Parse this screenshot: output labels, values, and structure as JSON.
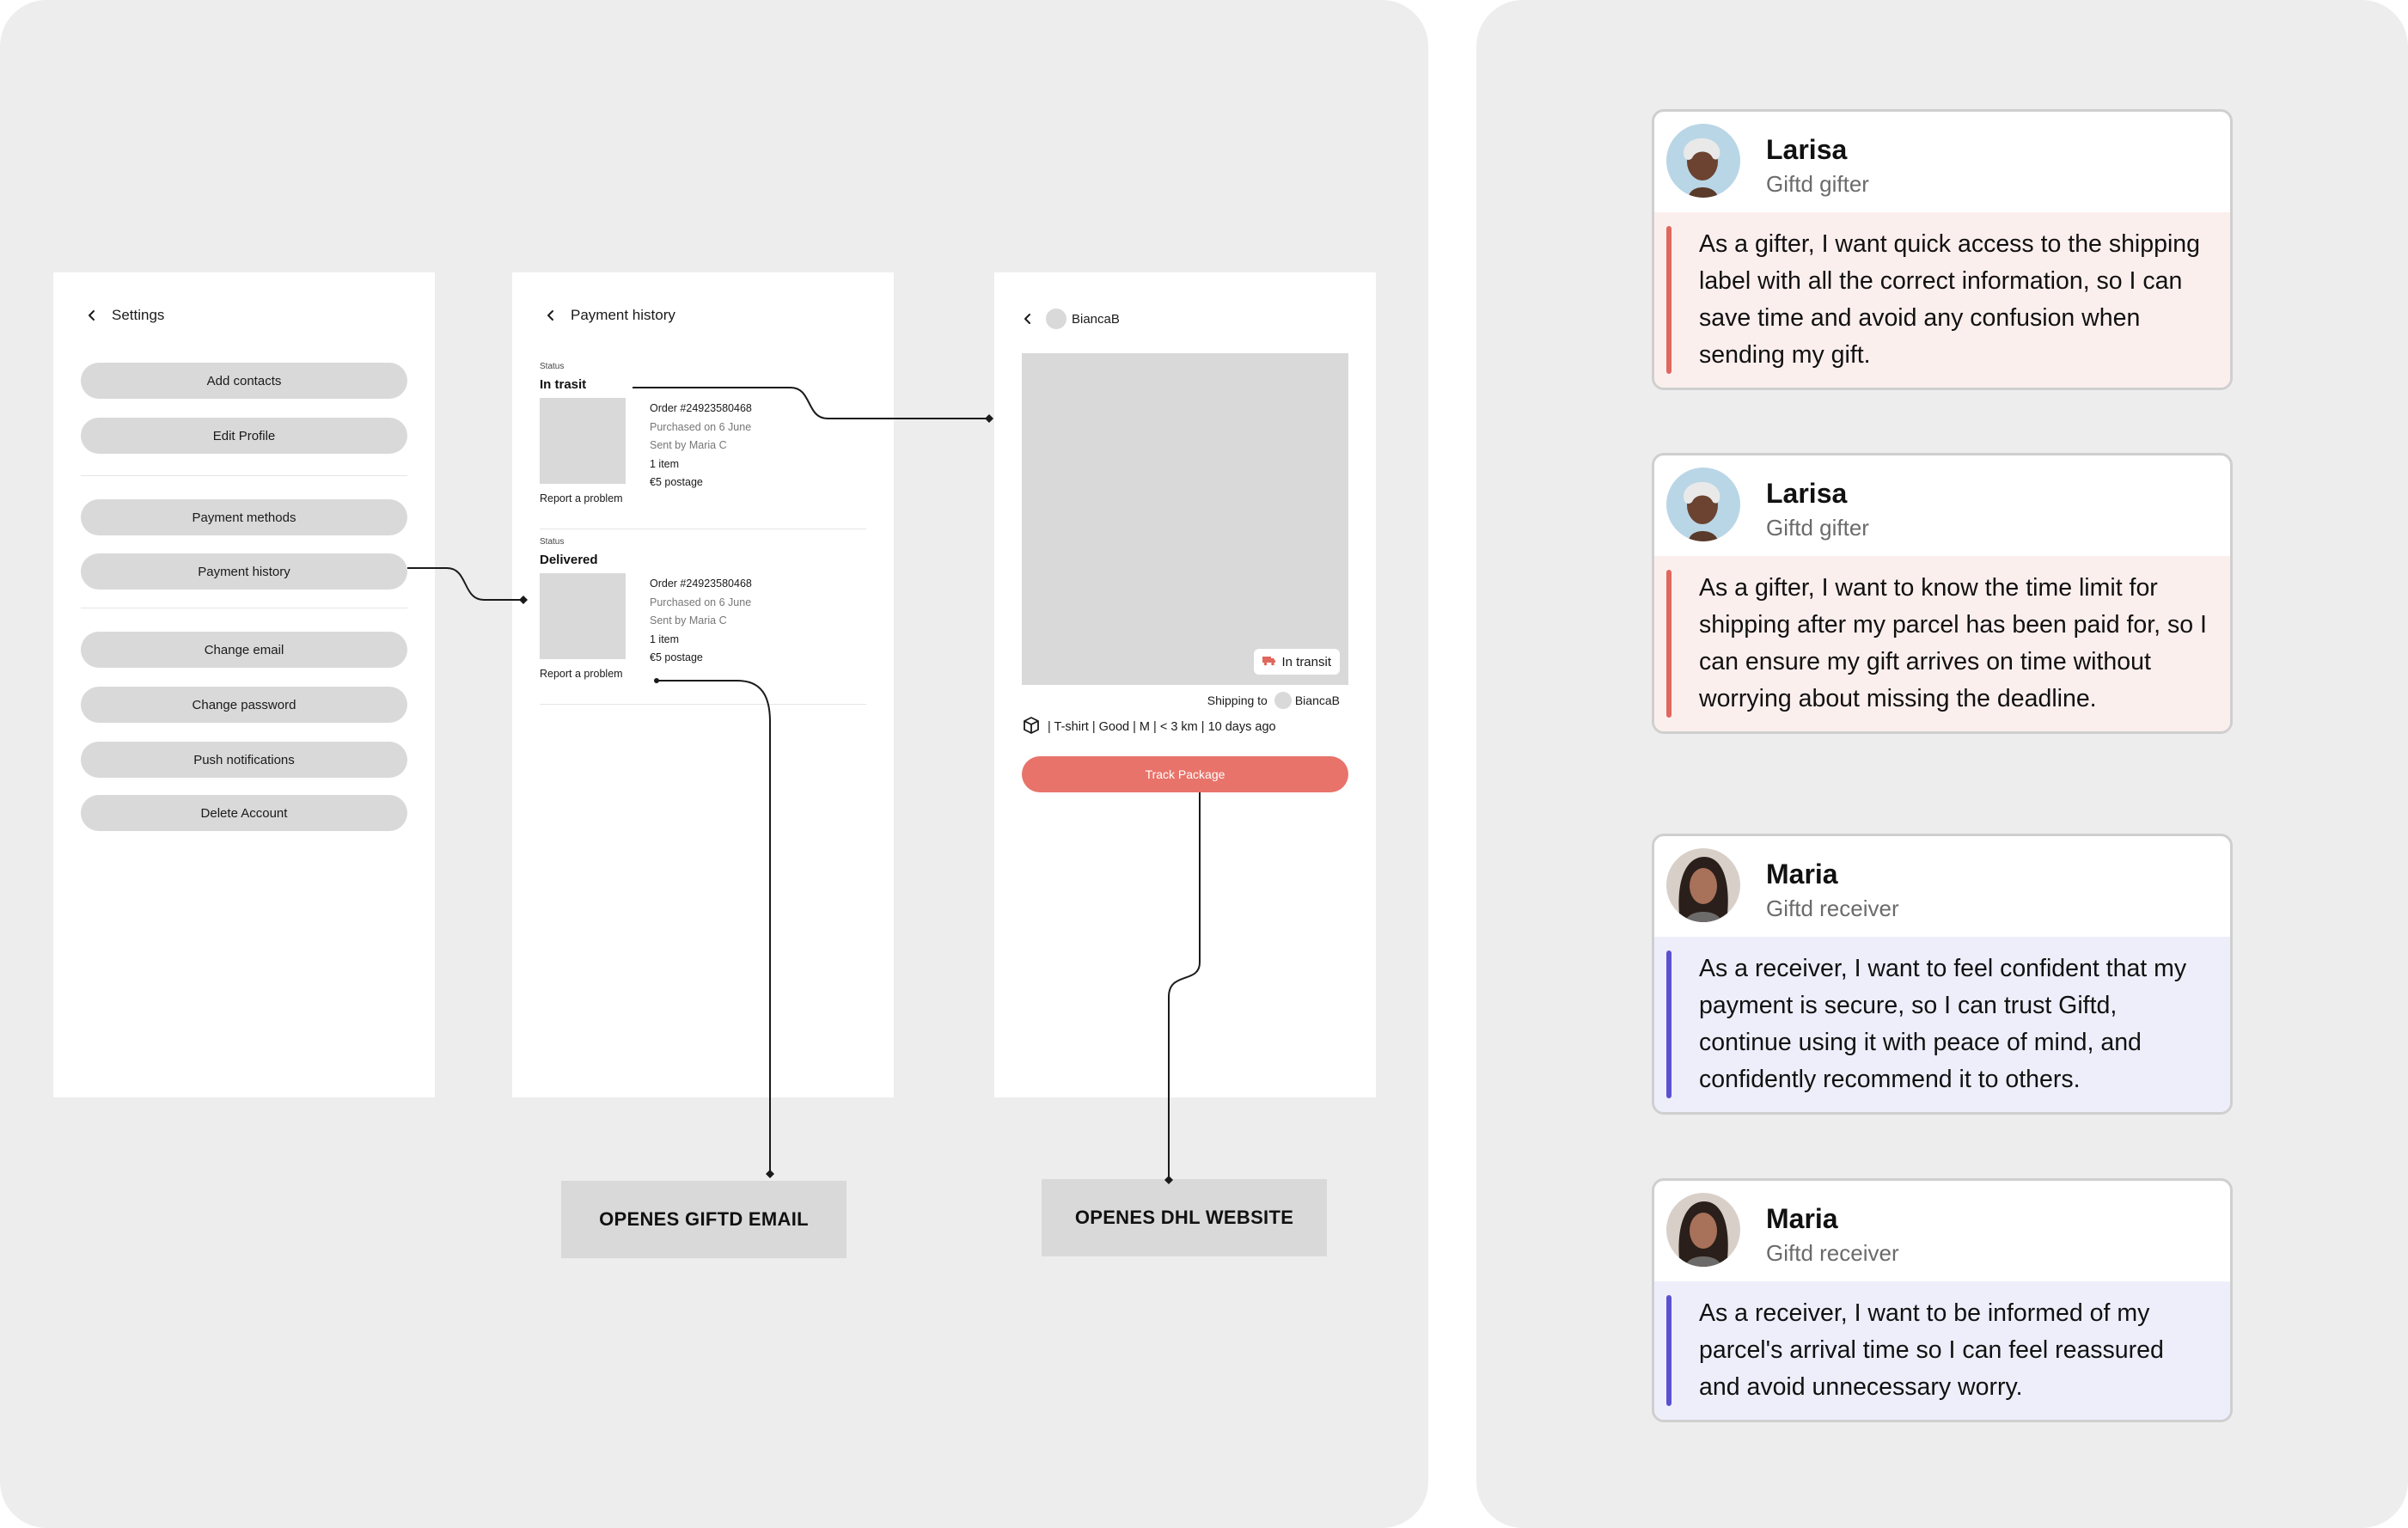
{
  "colors": {
    "board": "#ededed",
    "accent_coral": "#e8736a",
    "gifter_bar": "#e0675d",
    "gifter_bg": "#fbefee",
    "receiver_bar": "#5a51d0",
    "receiver_bg": "#eeeefb"
  },
  "settings": {
    "title": "Settings",
    "items": [
      "Add contacts",
      "Edit Profile",
      "Payment methods",
      "Payment history",
      "Change email",
      "Change password",
      "Push notifications",
      "Delete Account"
    ]
  },
  "payment_history": {
    "title": "Payment history",
    "orders": [
      {
        "status_label": "Status",
        "status": "In trasit",
        "order": "Order #24923580468",
        "purchased": "Purchased on 6 June",
        "sent_by": "Sent by Maria C",
        "items": "1 item",
        "postage": "€5 postage",
        "report": "Report a problem"
      },
      {
        "status_label": "Status",
        "status": "Delivered",
        "order": "Order #24923580468",
        "purchased": "Purchased on 6 June",
        "sent_by": "Sent by Maria C",
        "items": "1 item",
        "postage": "€5 postage",
        "report": "Report a problem"
      }
    ]
  },
  "package_detail": {
    "user": "BiancaB",
    "badge": "In transit",
    "shipping_to_label": "Shipping to",
    "shipping_to_user": "BiancaB",
    "meta": "| T-shirt | Good | M | < 3 km | 10 days ago",
    "track_button": "Track Package",
    "icons": [
      "chevron-left-icon",
      "truck-icon",
      "box-icon"
    ]
  },
  "notes": {
    "email": "OPENES GIFTD EMAIL",
    "dhl": "OPENES DHL WEBSITE"
  },
  "user_stories": [
    {
      "name": "Larisa",
      "role": "Giftd gifter",
      "type": "gifter",
      "text": "As a gifter, I want quick access to the shipping label with all the correct information, so I can save time and avoid any confusion when sending my gift."
    },
    {
      "name": "Larisa",
      "role": "Giftd gifter",
      "type": "gifter",
      "text": "As a gifter, I want to know the time limit for shipping after my parcel has been paid for, so I can ensure my gift arrives on time without worrying about missing the deadline."
    },
    {
      "name": "Maria",
      "role": "Giftd receiver",
      "type": "receiver",
      "text": "As a receiver, I want to feel confident that my payment is secure, so I can trust Giftd, continue using it with peace of mind, and confidently recommend it to others."
    },
    {
      "name": "Maria",
      "role": "Giftd receiver",
      "type": "receiver",
      "text": "As a receiver, I want to be informed of my parcel's arrival time so I can feel reassured and avoid unnecessary worry."
    }
  ]
}
